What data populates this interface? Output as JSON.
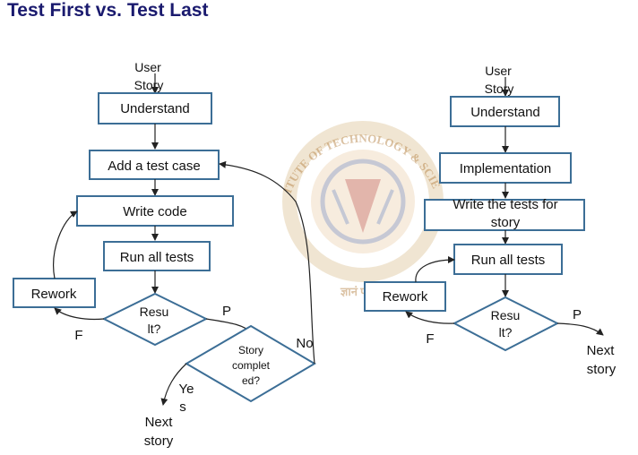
{
  "title": "Test First vs. Test Last",
  "left": {
    "user_story": [
      "User",
      "Story"
    ],
    "understand": "Understand",
    "add_test": "Add a test case",
    "write_code": "Write code",
    "run_all": "Run all tests",
    "rework": "Rework",
    "result": [
      "Resu",
      "lt?"
    ],
    "p": "P",
    "f": "F",
    "story_completed": [
      "Story",
      "complet",
      "ed?"
    ],
    "no": "No",
    "yes": [
      "Ye",
      "s"
    ],
    "next_story": [
      "Next",
      "story"
    ]
  },
  "right": {
    "user_story": [
      "User",
      "Story"
    ],
    "understand": "Understand",
    "implementation": "Implementation",
    "write_tests": [
      "Write the tests for",
      "story"
    ],
    "run_all": "Run all tests",
    "rework": "Rework",
    "result": [
      "Resu",
      "lt?"
    ],
    "p": "P",
    "f": "F",
    "next_story": [
      "Next",
      "story"
    ]
  },
  "watermark": {
    "upper_text": "BIRLA INSTITUTE OF TECHNOLOGY & SCIENCE, PILANI",
    "motto": "ज्ञानं परमं बलम्"
  }
}
